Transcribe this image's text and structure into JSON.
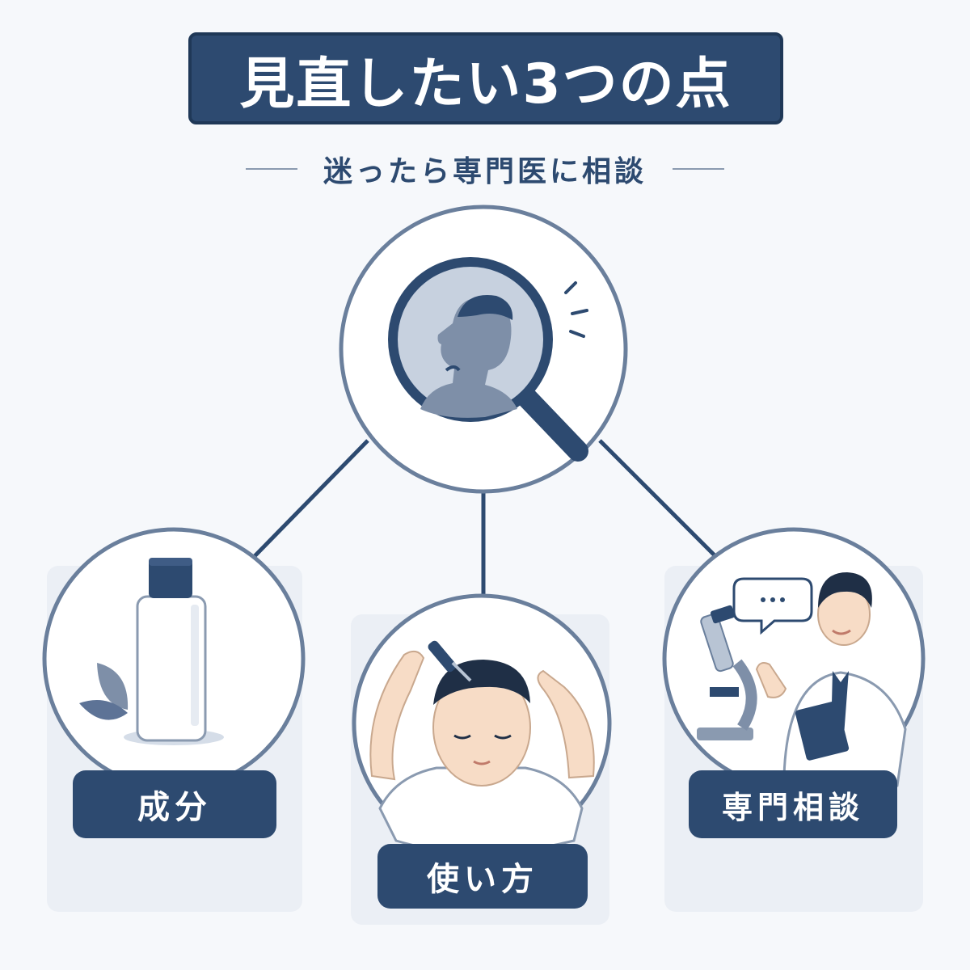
{
  "header": {
    "title": "見直したい3つの点",
    "subtitle": "迷ったら専門医に相談"
  },
  "items": [
    {
      "label": "成分"
    },
    {
      "label": "使い方"
    },
    {
      "label": "専門相談"
    }
  ],
  "colors": {
    "navy": "#2d4a70",
    "frame": "#6a7f9c",
    "background": "#f6f8fb",
    "card": "#ebeff5"
  }
}
